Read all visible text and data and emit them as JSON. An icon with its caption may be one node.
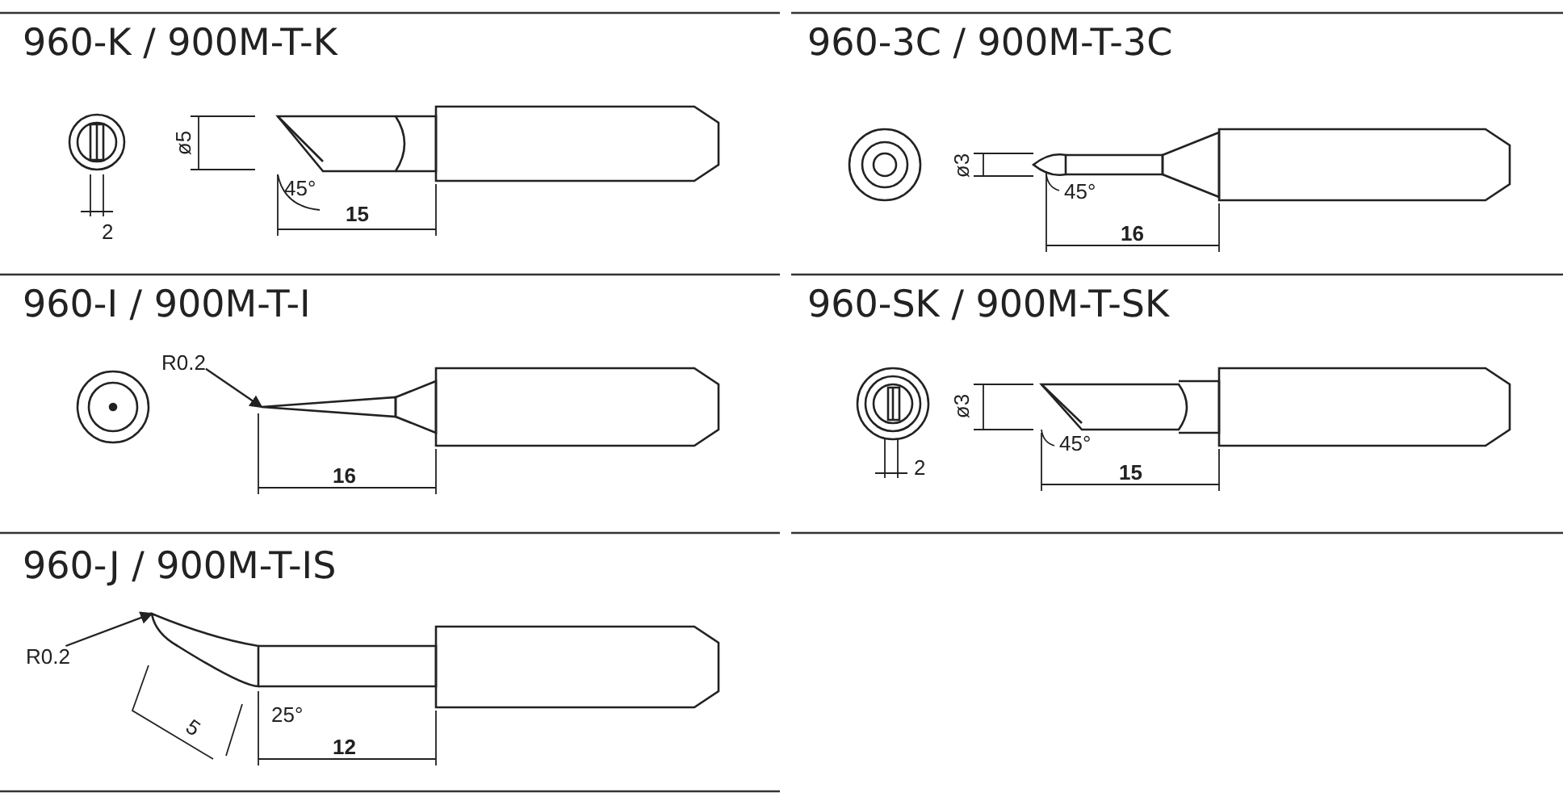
{
  "diagram": {
    "nodes": [
      {
        "text": [
          "R0.2"
        ]
      },
      {
        "text": [],
        "shape": "picture"
      },
      {
        "text": [
          "R0.2"
        ]
      },
      {
        "text": [],
        "shape": "picture"
      }
    ],
    "edges": [
      {
        "from": 0,
        "to": 1,
        "arrow": "to"
      },
      {
        "from": 2,
        "to": 3,
        "arrow": "to"
      }
    ],
    "labels": [
      "960-K / 900M-T-K",
      "ø5",
      "45°",
      "15",
      "2",
      "960-3C / 900M-T-3C",
      "ø3",
      "45°",
      "16",
      "960-I / 900M-T-I",
      "16",
      "960-SK / 900M-T-SK",
      "ø3",
      "45°",
      "15",
      "2",
      "960-J / 900M-T-IS",
      "5",
      "25°",
      "12"
    ]
  }
}
